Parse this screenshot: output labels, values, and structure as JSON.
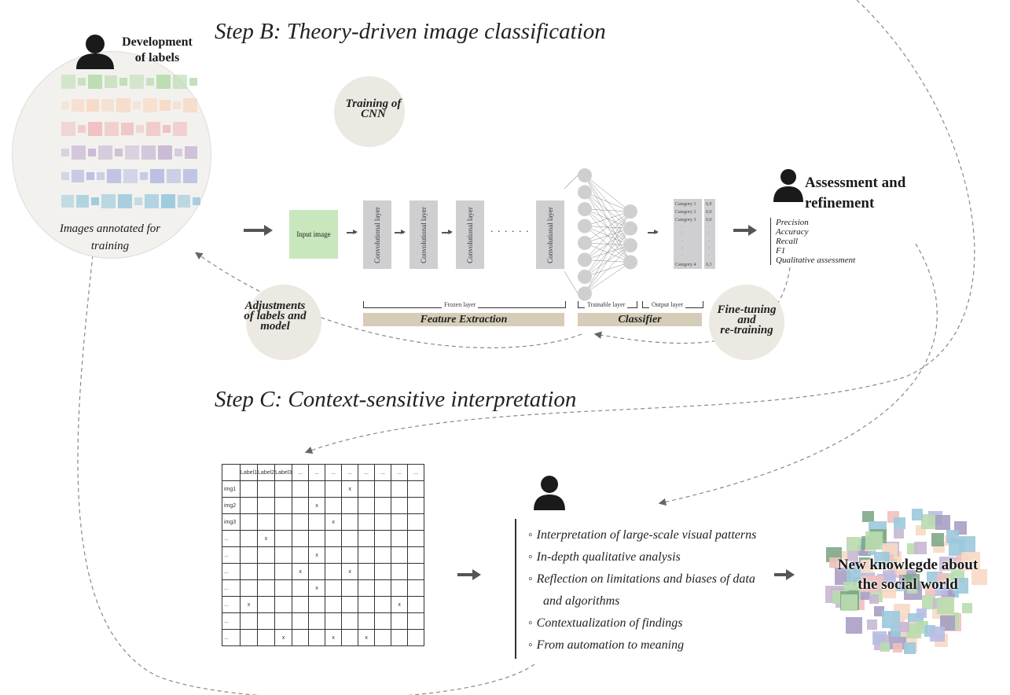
{
  "step_b": {
    "title": "Step B: Theory-driven image classification",
    "labels_dev": {
      "line1": "Development",
      "line2": "of labels"
    },
    "annotated": {
      "line1": "Images annotated for",
      "line2": "training"
    },
    "training_circle": {
      "line1": "Training of",
      "line2": "CNN"
    },
    "input_image": "Input image",
    "conv_layer": "Convolutional layer",
    "ellipsis": ". . . . . .",
    "frozen_layer": "Frozen layer",
    "trainable_layer": "Trainable layer",
    "output_layer": "Output layer",
    "feature_extraction": "Feature Extraction",
    "classifier": "Classifier",
    "categories": [
      {
        "name": "Category 1",
        "value": "0,9"
      },
      {
        "name": "Category 2",
        "value": "0,0"
      },
      {
        "name": "Category 3",
        "value": "0,0"
      },
      {
        "name": "Category 4",
        "value": "0,3"
      }
    ],
    "assessment": {
      "line1": "Assessment and",
      "line2": "refinement"
    },
    "metrics": [
      "Precision",
      "Accuracy",
      "Recall",
      "F1",
      "Qualitative assessment"
    ],
    "adjustments_circle": {
      "line1": "Adjustments",
      "line2": "of labels and",
      "line3": "model"
    },
    "finetune_circle": {
      "line1": "Fine-tuning",
      "line2": "and",
      "line3": "re-training"
    },
    "label_row_colors": [
      "#b9dcae",
      "#f8d9c4",
      "#efc0bf",
      "#c8b8d3",
      "#b8bde3",
      "#9cc9dc"
    ]
  },
  "step_c": {
    "title": "Step C: Context-sensitive interpretation",
    "table": {
      "columns": [
        "Label1",
        "Label2",
        "Label3",
        "...",
        "...",
        "...",
        "...",
        "...",
        "...",
        "...",
        "..."
      ],
      "rows": [
        "img1",
        "img2",
        "img3",
        "...",
        "...",
        "...",
        "...",
        "...",
        "...",
        "..."
      ],
      "marks": [
        [
          6
        ],
        [
          4
        ],
        [
          5
        ],
        [
          1
        ],
        [
          4
        ],
        [
          3,
          6
        ],
        [
          4
        ],
        [
          0,
          9
        ],
        [],
        [
          2,
          5,
          7
        ]
      ],
      "mark_symbol": "x"
    },
    "list": [
      "Interpretation of large-scale visual patterns",
      "In-depth qualitative analysis",
      "Reflection on limitations and biases of data",
      "and algorithms",
      "Contextualization of findings",
      "From automation to meaning"
    ],
    "bullet": "◦",
    "result": {
      "line1": "New knowlegde about",
      "line2": "the social world"
    }
  }
}
